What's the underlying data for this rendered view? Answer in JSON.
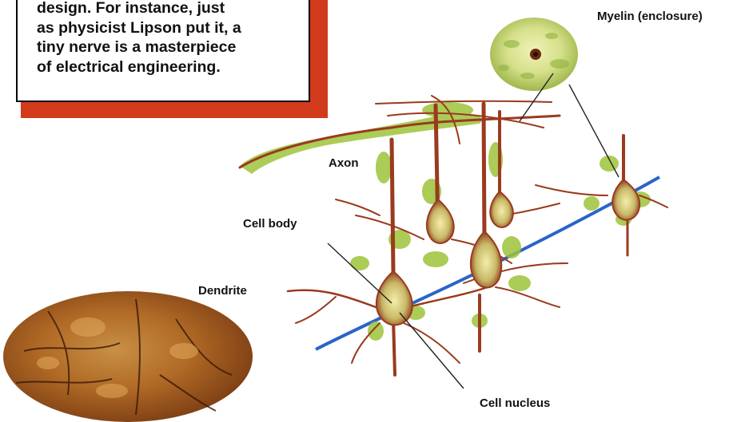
{
  "quote": {
    "lines": [
      "design. For instance, just",
      "as physicist Lipson put it, a",
      "tiny nerve is a masterpiece",
      "of electrical engineering."
    ]
  },
  "labels": {
    "myelin": "Myelin (enclosure)",
    "axon": "Axon",
    "cell_body": "Cell body",
    "dendrite": "Dendrite",
    "cell_nucleus": "Cell nucleus"
  },
  "colors": {
    "quote_shadow": "#d23a1c",
    "neuron": "#9a3a1e",
    "myelin_green": "#9dc43a",
    "blood_vessel": "#2a64c8",
    "tissue_orange": "#c8782a"
  }
}
